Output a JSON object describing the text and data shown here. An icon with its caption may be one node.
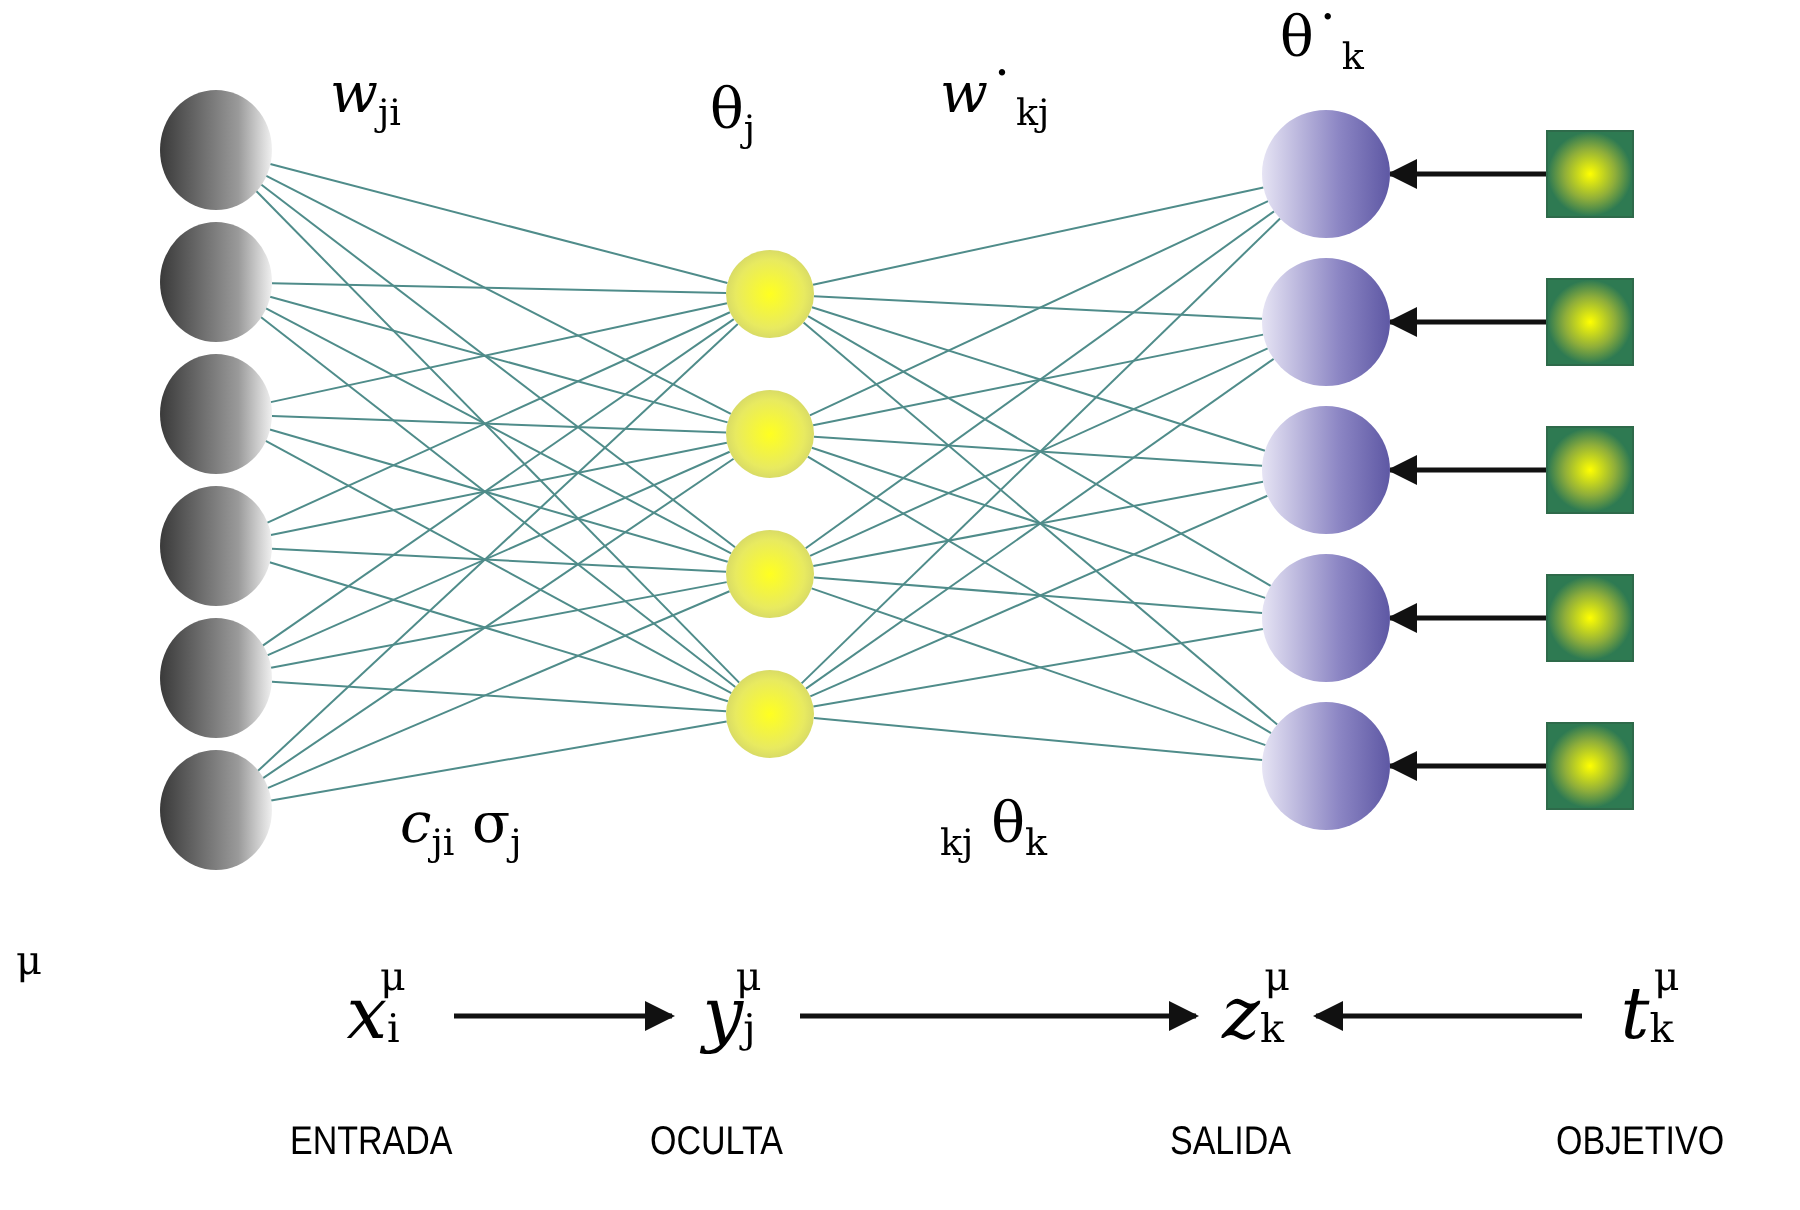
{
  "diagram": {
    "nodes": [
      {
        "text": [],
        "shape": "circle"
      },
      {
        "text": [],
        "shape": "circle"
      },
      {
        "text": [],
        "shape": "circle"
      },
      {
        "text": [],
        "shape": "circle"
      },
      {
        "text": [],
        "shape": "circle"
      },
      {
        "text": [],
        "shape": "circle"
      },
      {
        "text": [],
        "shape": "circle"
      },
      {
        "text": [],
        "shape": "circle"
      },
      {
        "text": [],
        "shape": "circle"
      },
      {
        "text": [],
        "shape": "circle"
      },
      {
        "text": [],
        "shape": "circle"
      },
      {
        "text": [],
        "shape": "circle"
      },
      {
        "text": [],
        "shape": "circle"
      },
      {
        "text": [],
        "shape": "circle"
      },
      {
        "text": [],
        "shape": "circle"
      },
      {
        "text": [],
        "shape": "box"
      },
      {
        "text": [],
        "shape": "box"
      },
      {
        "text": [],
        "shape": "box"
      },
      {
        "text": [],
        "shape": "box"
      },
      {
        "text": [],
        "shape": "box"
      },
      {
        "text": [
          "*x*$_{i}$$^{μ}$"
        ]
      },
      {
        "text": [
          "*y*$_{j}$$^{μ}$"
        ]
      },
      {
        "text": [
          "*z*$_{k}$$^{μ}$"
        ]
      },
      {
        "text": [
          "*t*$_{k}$$^{μ}$"
        ]
      }
    ],
    "edges": [
      {
        "from": 0,
        "to": 6,
        "arrow": "none"
      },
      {
        "from": 0,
        "to": 7,
        "arrow": "none"
      },
      {
        "from": 0,
        "to": 8,
        "arrow": "none"
      },
      {
        "from": 0,
        "to": 9,
        "arrow": "none"
      },
      {
        "from": 1,
        "to": 6,
        "arrow": "none"
      },
      {
        "from": 1,
        "to": 7,
        "arrow": "none"
      },
      {
        "from": 1,
        "to": 8,
        "arrow": "none"
      },
      {
        "from": 1,
        "to": 9,
        "arrow": "none"
      },
      {
        "from": 2,
        "to": 6,
        "arrow": "none"
      },
      {
        "from": 2,
        "to": 7,
        "arrow": "none"
      },
      {
        "from": 2,
        "to": 8,
        "arrow": "none"
      },
      {
        "from": 2,
        "to": 9,
        "arrow": "none"
      },
      {
        "from": 3,
        "to": 6,
        "arrow": "none"
      },
      {
        "from": 3,
        "to": 7,
        "arrow": "none"
      },
      {
        "from": 3,
        "to": 8,
        "arrow": "none"
      },
      {
        "from": 3,
        "to": 9,
        "arrow": "none"
      },
      {
        "from": 4,
        "to": 6,
        "arrow": "none"
      },
      {
        "from": 4,
        "to": 7,
        "arrow": "none"
      },
      {
        "from": 4,
        "to": 8,
        "arrow": "none"
      },
      {
        "from": 4,
        "to": 9,
        "arrow": "none"
      },
      {
        "from": 5,
        "to": 6,
        "arrow": "none"
      },
      {
        "from": 5,
        "to": 7,
        "arrow": "none"
      },
      {
        "from": 5,
        "to": 8,
        "arrow": "none"
      },
      {
        "from": 5,
        "to": 9,
        "arrow": "none"
      },
      {
        "from": 6,
        "to": 10,
        "arrow": "none"
      },
      {
        "from": 6,
        "to": 11,
        "arrow": "none"
      },
      {
        "from": 6,
        "to": 12,
        "arrow": "none"
      },
      {
        "from": 6,
        "to": 13,
        "arrow": "none"
      },
      {
        "from": 6,
        "to": 14,
        "arrow": "none"
      },
      {
        "from": 7,
        "to": 10,
        "arrow": "none"
      },
      {
        "from": 7,
        "to": 11,
        "arrow": "none"
      },
      {
        "from": 7,
        "to": 12,
        "arrow": "none"
      },
      {
        "from": 7,
        "to": 13,
        "arrow": "none"
      },
      {
        "from": 7,
        "to": 14,
        "arrow": "none"
      },
      {
        "from": 8,
        "to": 10,
        "arrow": "none"
      },
      {
        "from": 8,
        "to": 11,
        "arrow": "none"
      },
      {
        "from": 8,
        "to": 12,
        "arrow": "none"
      },
      {
        "from": 8,
        "to": 13,
        "arrow": "none"
      },
      {
        "from": 8,
        "to": 14,
        "arrow": "none"
      },
      {
        "from": 9,
        "to": 10,
        "arrow": "none"
      },
      {
        "from": 9,
        "to": 11,
        "arrow": "none"
      },
      {
        "from": 9,
        "to": 12,
        "arrow": "none"
      },
      {
        "from": 9,
        "to": 13,
        "arrow": "none"
      },
      {
        "from": 9,
        "to": 14,
        "arrow": "none"
      },
      {
        "from": 15,
        "to": 10,
        "arrow": "to",
        "style": "thick",
        "color": "#111111"
      },
      {
        "from": 16,
        "to": 11,
        "arrow": "to",
        "style": "thick",
        "color": "#111111"
      },
      {
        "from": 17,
        "to": 12,
        "arrow": "to",
        "style": "thick",
        "color": "#111111"
      },
      {
        "from": 18,
        "to": 13,
        "arrow": "to",
        "style": "thick",
        "color": "#111111"
      },
      {
        "from": 19,
        "to": 14,
        "arrow": "to",
        "style": "thick",
        "color": "#111111"
      },
      {
        "from": 20,
        "to": 21,
        "arrow": "to",
        "style": "thick",
        "color": "#111111"
      },
      {
        "from": 21,
        "to": 22,
        "arrow": "to",
        "style": "thick",
        "color": "#111111"
      },
      {
        "from": 23,
        "to": 22,
        "arrow": "to",
        "style": "thick",
        "color": "#111111"
      }
    ],
    "labels": [
      "*w*$_{ji}$",
      "θ$_{j}$",
      "*w*˙$_{kj}$",
      "θ˙$_{k}$",
      "*c*$_{ji}$ σ$_{j}$",
      "$_{kj}$ θ$_{k}$",
      "μ",
      "ENTRADA",
      "OCULTA",
      "SALIDA",
      "OBJETIVO"
    ]
  }
}
